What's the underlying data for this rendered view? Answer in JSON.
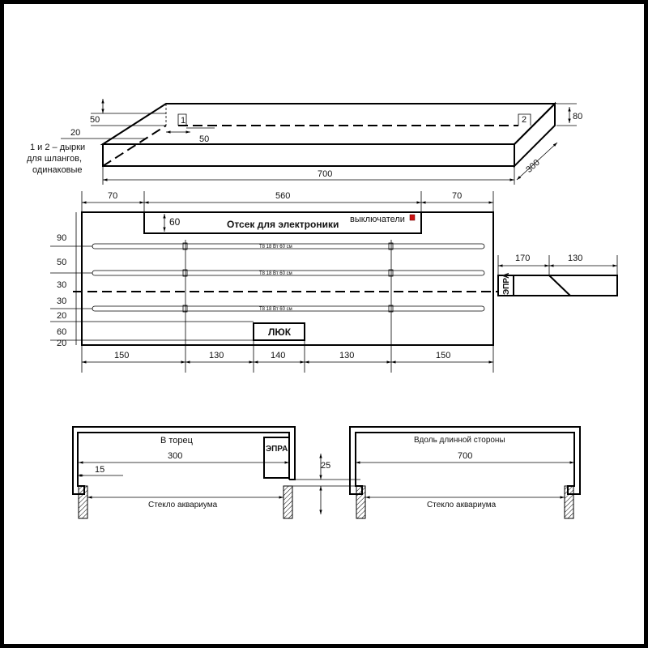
{
  "iso_view": {
    "dims": {
      "length": "700",
      "depth": "300",
      "height": "80",
      "hole_offset_v": "50",
      "hole_offset_h": "20",
      "hole_dist": "50"
    },
    "hole_labels": [
      "1",
      "2"
    ],
    "note": [
      "1 и 2 – дырки",
      "для шлангов,",
      "одинаковые"
    ]
  },
  "plan_view": {
    "top_dims": [
      "70",
      "560",
      "70"
    ],
    "left_dims": [
      "90",
      "50",
      "30",
      "30",
      "20",
      "60",
      "20"
    ],
    "bottom_dims": [
      "150",
      "130",
      "140",
      "130",
      "150"
    ],
    "compartment_label": "Отсек для электроники",
    "compartment_dim": "60",
    "switches_label": "выключатели",
    "switch_color": "#cc1111",
    "tube_labels": [
      "T8 18 Вт 60 см",
      "T8 18 Вт 60 см",
      "T8 18 Вт 60 см"
    ],
    "hatch_label": "ЛЮК"
  },
  "epra_view": {
    "label": "ЭПРА",
    "dims": [
      "170",
      "130"
    ]
  },
  "section_end": {
    "title": "В торец",
    "width": "300",
    "lip": "15",
    "epra": "ЭПРА",
    "glass": "Стекло аквариума",
    "gap": "25"
  },
  "section_long": {
    "title": "Вдоль длинной стороны",
    "width": "700",
    "glass": "Стекло аквариума"
  }
}
